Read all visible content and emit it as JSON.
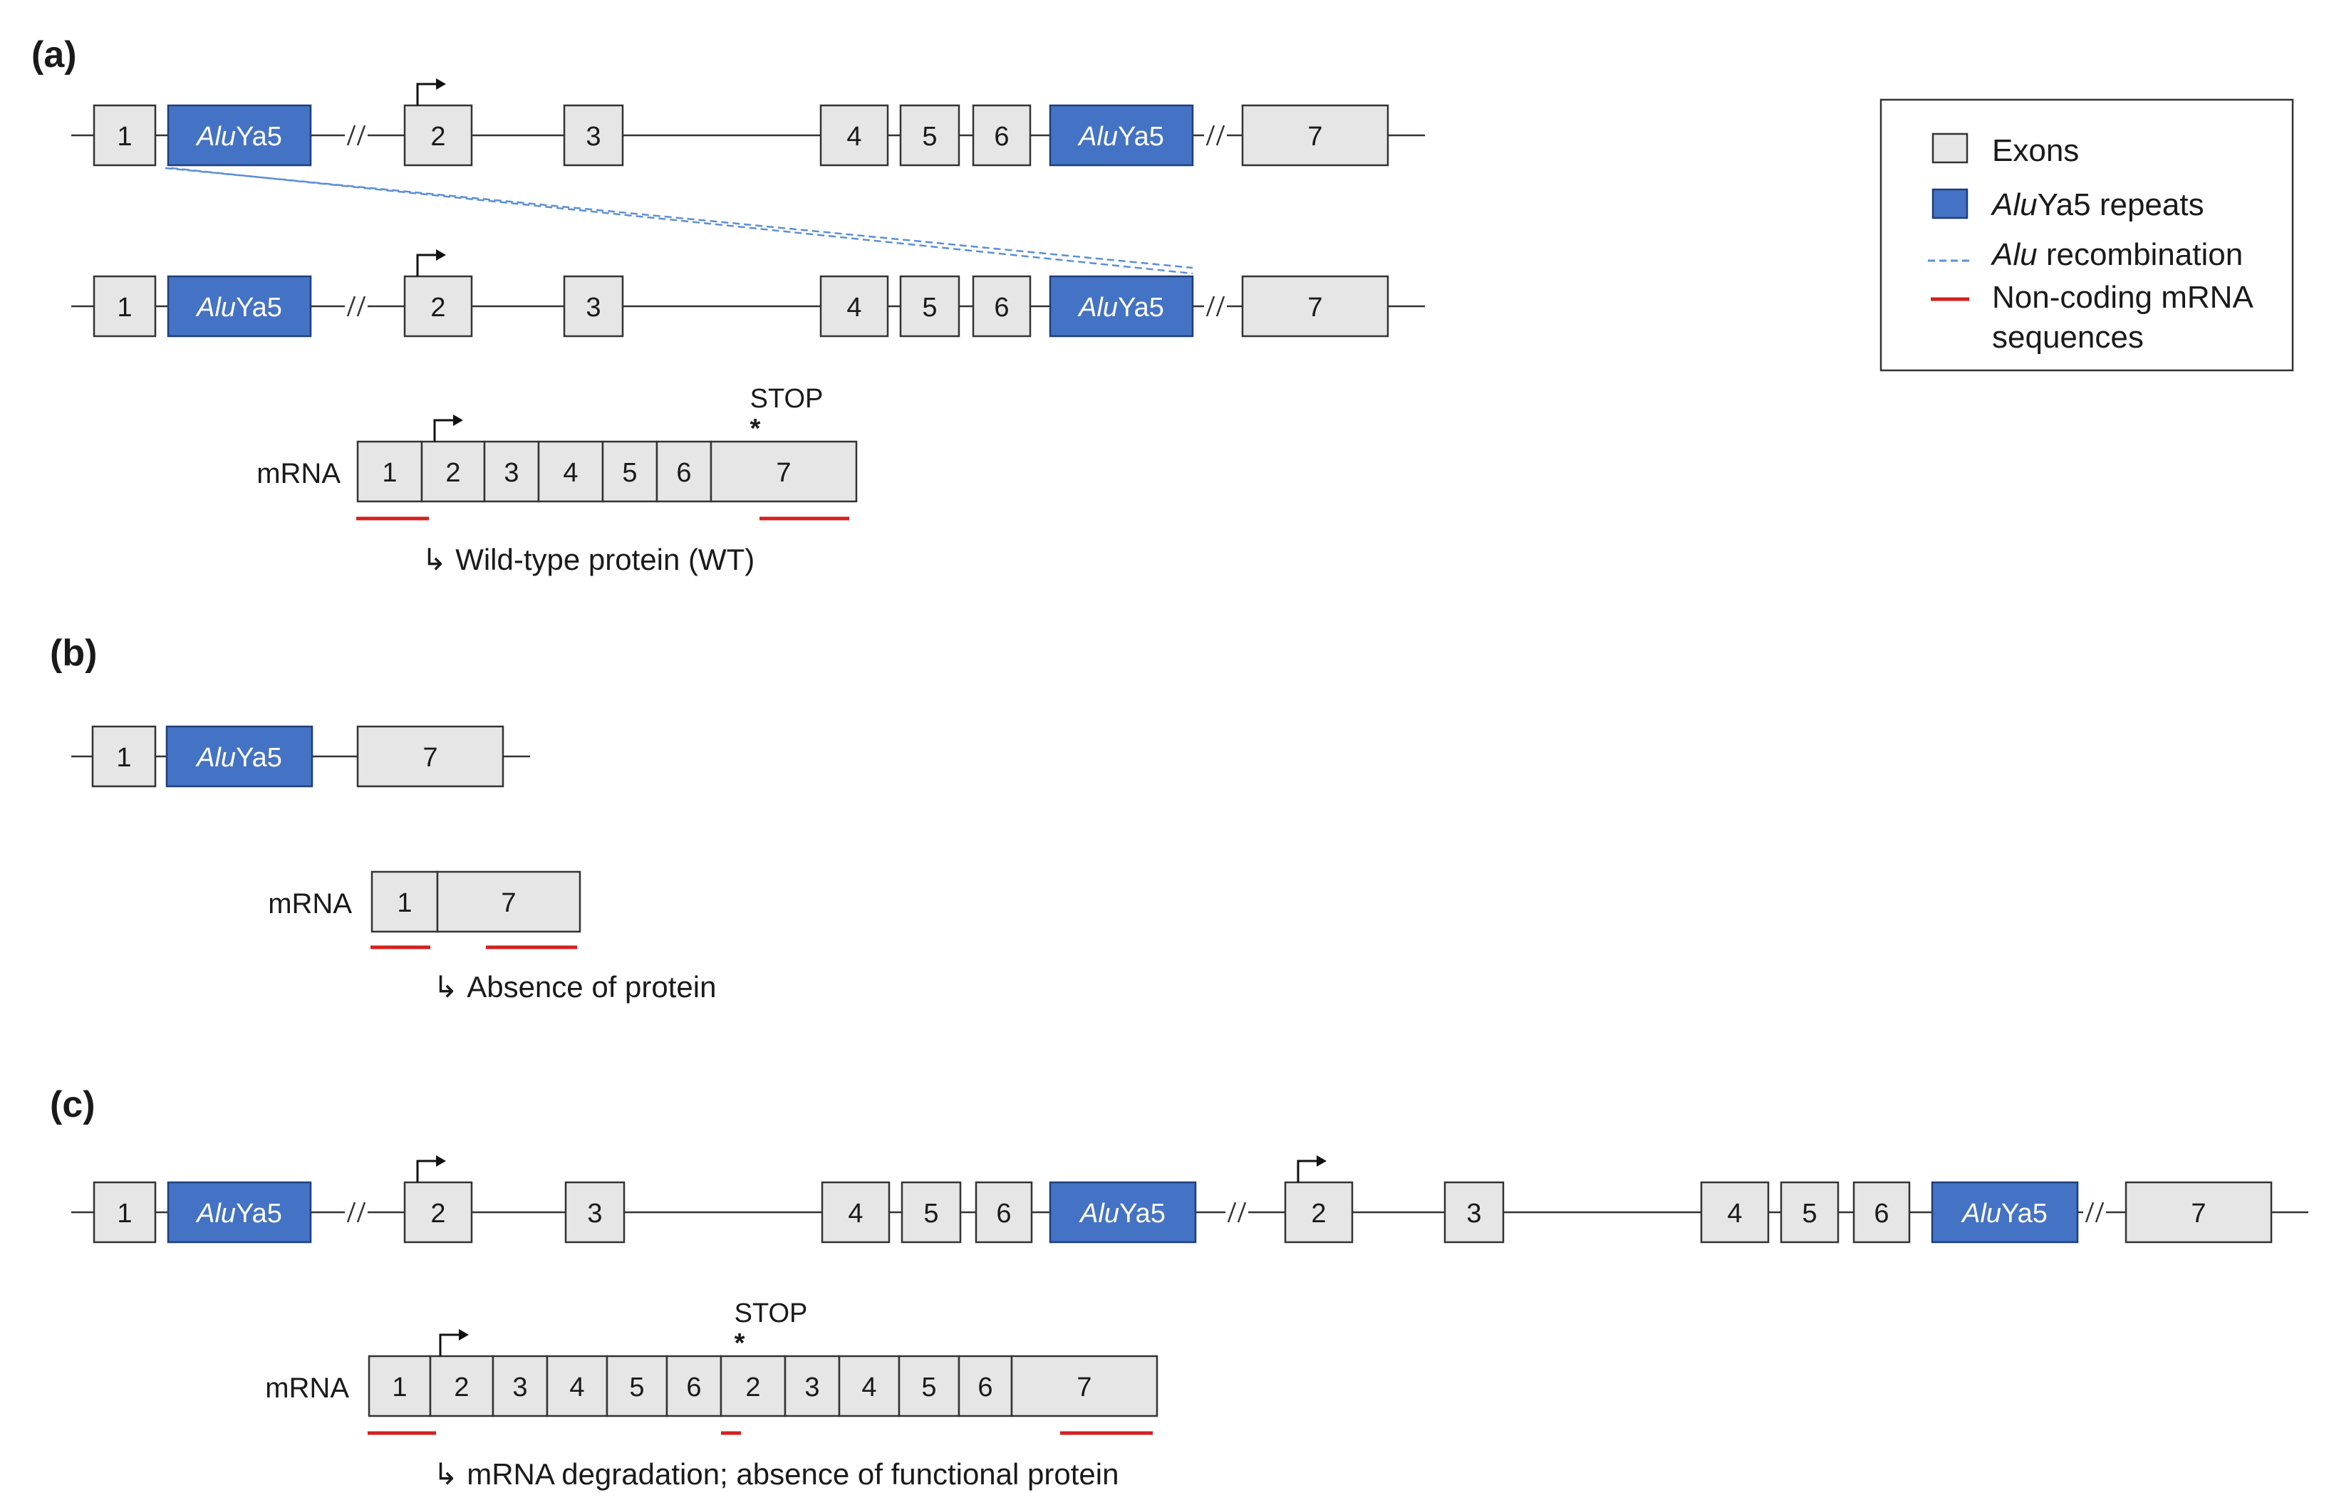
{
  "panels": [
    {
      "id": "a",
      "label": "(a)"
    },
    {
      "id": "b",
      "label": "(b)"
    },
    {
      "id": "c",
      "label": "(c)"
    }
  ],
  "alu": {
    "italic": "Alu",
    "rest": "Ya5"
  },
  "exons": [
    "1",
    "2",
    "3",
    "4",
    "5",
    "6",
    "7"
  ],
  "mrna_label": "mRNA",
  "stop_label": "STOP",
  "stop_marker": "*",
  "outcome_arrow": "↳",
  "outcome": {
    "a": "Wild-type protein (WT)",
    "b": "Absence of protein",
    "c": "mRNA degradation; absence of functional protein"
  },
  "legend": {
    "exons": "Exons",
    "alu_repeats_italic": "Alu",
    "alu_repeats_rest": "Ya5 repeats",
    "alu_recomb_italic": "Alu",
    "alu_recomb_rest": " recombination",
    "noncoding_line1": "Non-coding mRNA",
    "noncoding_line2": "sequences"
  },
  "colors": {
    "exon_fill": "#e6e6e6",
    "alu_fill": "#4472c4",
    "recombination": "#5b8fd6",
    "noncoding": "#d42020",
    "line": "#333333"
  }
}
